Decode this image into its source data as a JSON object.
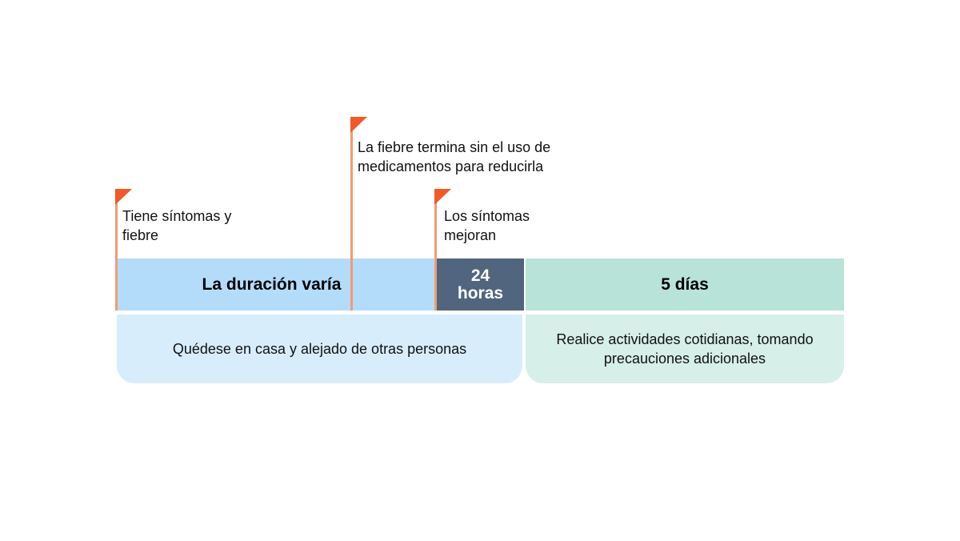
{
  "milestones": [
    {
      "label": "Tiene síntomas y fiebre"
    },
    {
      "label": "La fiebre termina sin el uso de medicamentos para reducirla"
    },
    {
      "label": "Los síntomas mejoran"
    }
  ],
  "periods": [
    {
      "label": "La duración varía",
      "color": "#b3dcfb"
    },
    {
      "label": "24 horas",
      "color": "#51667e"
    },
    {
      "label": "5 días",
      "color": "#b8e3d8"
    }
  ],
  "guidance": [
    {
      "label": "Quédese en casa y alejado de otras personas",
      "color": "#d8edfc"
    },
    {
      "label": "Realice actividades cotidianas, tomando precauciones adicionales",
      "color": "#d6efe8"
    }
  ],
  "flag_color": "#f05a28"
}
